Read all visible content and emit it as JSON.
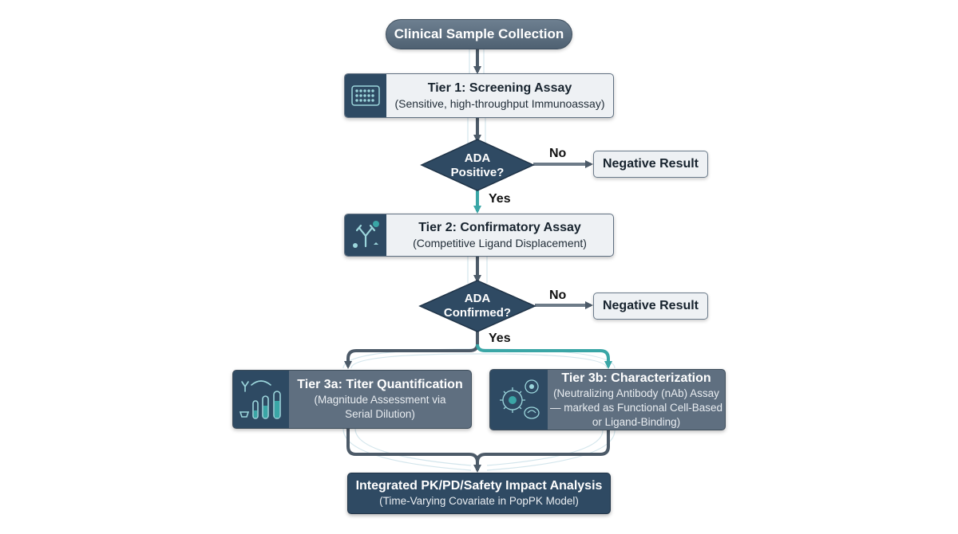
{
  "start": {
    "label": "Clinical Sample Collection"
  },
  "tier1": {
    "title": "Tier 1: Screening Assay",
    "subtitle": "(Sensitive, high-throughput Immunoassay)",
    "icon": "microplate-icon"
  },
  "decision1": {
    "line1": "ADA",
    "line2": "Positive?",
    "no_label": "No",
    "yes_label": "Yes"
  },
  "negative1": {
    "label": "Negative Result"
  },
  "tier2": {
    "title": "Tier 2: Confirmatory Assay",
    "subtitle": "(Competitive Ligand Displacement)",
    "icon": "antibody-icon"
  },
  "decision2": {
    "line1": "ADA",
    "line2": "Confirmed?",
    "no_label": "No",
    "yes_label": "Yes"
  },
  "negative2": {
    "label": "Negative Result"
  },
  "tier3a": {
    "title": "Tier 3a: Titer Quantification",
    "subtitle_line1": "(Magnitude Assessment via",
    "subtitle_line2": "Serial Dilution)",
    "icon": "serial-dilution-tubes-icon"
  },
  "tier3b": {
    "title": "Tier 3b: Characterization",
    "subtitle_line1": "(Neutralizing Antibody (nAb) Assay",
    "subtitle_line2": "— marked as Functional Cell-Based",
    "subtitle_line3": "or Ligand-Binding)",
    "icon": "cells-icon"
  },
  "final": {
    "title": "Integrated PK/PD/Safety Impact Analysis",
    "subtitle": "(Time-Varying Covariate in PopPK Model)"
  },
  "colors": {
    "dark_blue": "#2f4a63",
    "slate": "#5f6f80",
    "teal": "#3aa6a6",
    "arrow_gray": "#4c5a68"
  }
}
